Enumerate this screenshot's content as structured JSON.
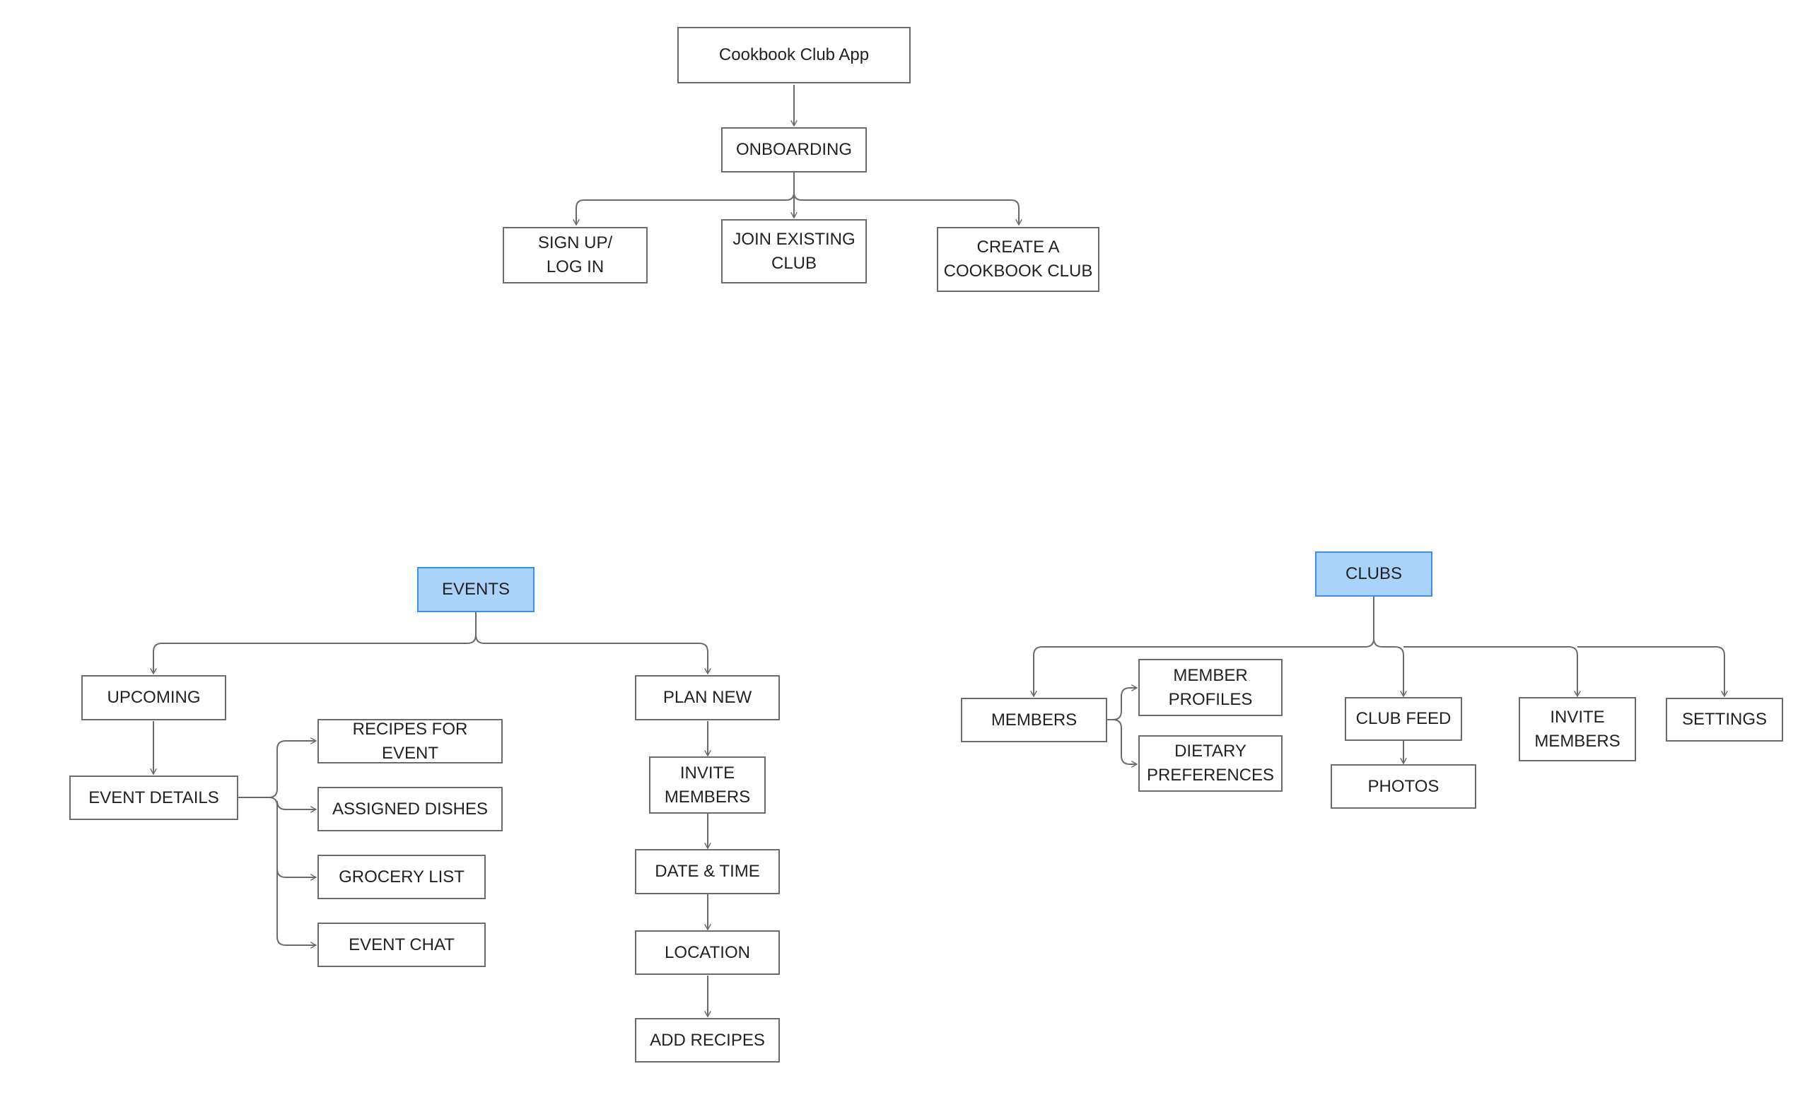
{
  "diagram": {
    "colors": {
      "line": "#6b6b6b",
      "highlight_fill": "#a9d3fb",
      "highlight_border": "#3c92e0"
    },
    "nodes": {
      "root": [
        "Cookbook Club App"
      ],
      "onboarding": [
        "ONBOARDING"
      ],
      "signup": [
        "SIGN UP/",
        "LOG IN"
      ],
      "join": [
        "JOIN EXISTING",
        "CLUB"
      ],
      "create": [
        "CREATE A",
        "COOKBOOK CLUB"
      ],
      "events": [
        "EVENTS"
      ],
      "upcoming": [
        "UPCOMING"
      ],
      "event_details": [
        "EVENT DETAILS"
      ],
      "recipes_for_event": [
        "RECIPES FOR EVENT"
      ],
      "assigned_dishes": [
        "ASSIGNED DISHES"
      ],
      "grocery_list": [
        "GROCERY LIST"
      ],
      "event_chat": [
        "EVENT CHAT"
      ],
      "plan_new": [
        "PLAN NEW"
      ],
      "invite_members_event": [
        "INVITE",
        "MEMBERS"
      ],
      "date_time": [
        "DATE & TIME"
      ],
      "location": [
        "LOCATION"
      ],
      "add_recipes": [
        "ADD RECIPES"
      ],
      "clubs": [
        "CLUBS"
      ],
      "members": [
        "MEMBERS"
      ],
      "member_profiles": [
        "MEMBER",
        "PROFILES"
      ],
      "dietary_preferences": [
        "DIETARY",
        "PREFERENCES"
      ],
      "club_feed": [
        "CLUB FEED"
      ],
      "photos": [
        "PHOTOS"
      ],
      "invite_members_club": [
        "INVITE",
        "MEMBERS"
      ],
      "settings": [
        "SETTINGS"
      ]
    }
  }
}
